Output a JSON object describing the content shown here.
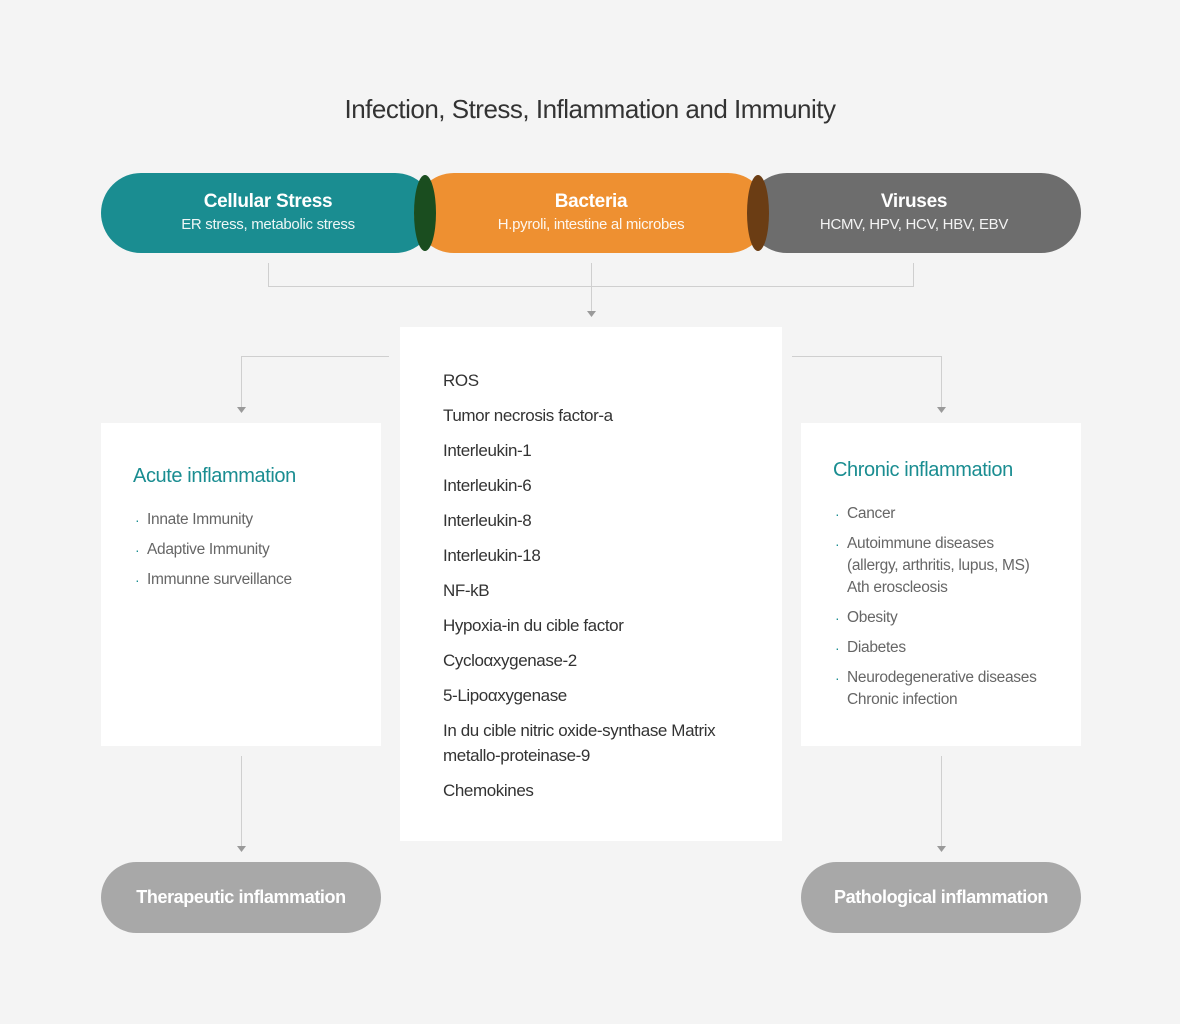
{
  "title": "Infection, Stress, Inflammation and Immunity",
  "sources": [
    {
      "heading": "Cellular Stress",
      "sub": "ER stress, metabolic stress",
      "color": "#1a8d91"
    },
    {
      "heading": "Bacteria",
      "sub": "H.pyroli, intestine al microbes",
      "color": "#ee9031"
    },
    {
      "heading": "Viruses",
      "sub": "HCMV, HPV, HCV, HBV, EBV",
      "color": "#6d6d6d"
    }
  ],
  "mediators": [
    "ROS",
    "Tumor necrosis factor-a",
    "Interleukin-1",
    "Interleukin-6",
    "Interleukin-8",
    "Interleukin-18",
    "NF-kB",
    "Hypoxia-in du cible factor",
    "Cycloαxygenase-2",
    "5-Lipoαxygenase",
    "In du cible nitric oxide-synthase Matrix metallo-proteinase-9",
    "Chemokines"
  ],
  "acute": {
    "title": "Acute inflammation",
    "items": [
      "Innate Immunity",
      "Adaptive Immunity",
      "Immunne surveillance"
    ]
  },
  "chronic": {
    "title": "Chronic inflammation",
    "items": [
      "Cancer",
      "Autoimmune diseases\n(allergy, arthritis, lupus, MS)\nAth eroscleosis",
      "Obesity",
      "Diabetes",
      "Neurodegenerative diseases\nChronic infection"
    ]
  },
  "outcomes": {
    "left": "Therapeutic inflammation",
    "right": "Pathological inflammation"
  },
  "colors": {
    "teal": "#1a8d91",
    "orange": "#ee9031",
    "gray": "#6d6d6d",
    "outcome": "#a8a8a8",
    "background": "#f4f4f4"
  }
}
